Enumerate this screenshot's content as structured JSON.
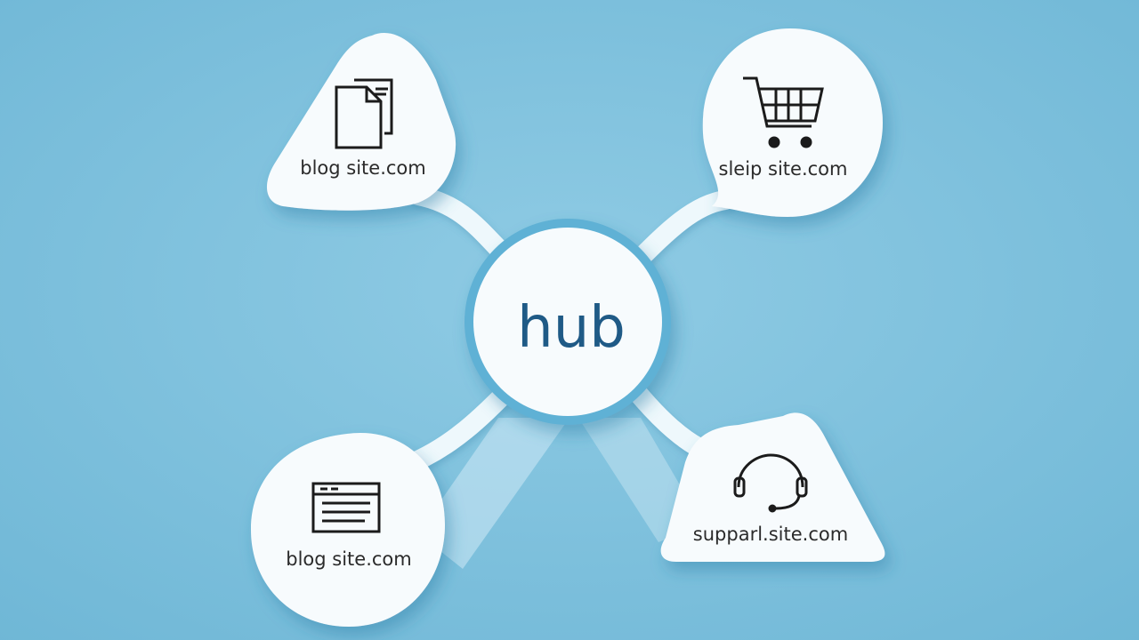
{
  "diagram": {
    "hub": {
      "label": "hub"
    },
    "nodes": [
      {
        "id": "top-left",
        "label": "blog site.com",
        "icon": "document-icon"
      },
      {
        "id": "top-right",
        "label": "sleip site.com",
        "icon": "shopping-cart-icon"
      },
      {
        "id": "bottom-left",
        "label": "blog site.com",
        "icon": "browser-window-icon"
      },
      {
        "id": "bottom-right",
        "label": "supparl.site.com",
        "icon": "headset-icon"
      }
    ],
    "colors": {
      "background": "#80c3df",
      "node_fill": "#f7fbfd",
      "hub_text": "#1f5a86",
      "connector": "#e6f4fa"
    }
  }
}
